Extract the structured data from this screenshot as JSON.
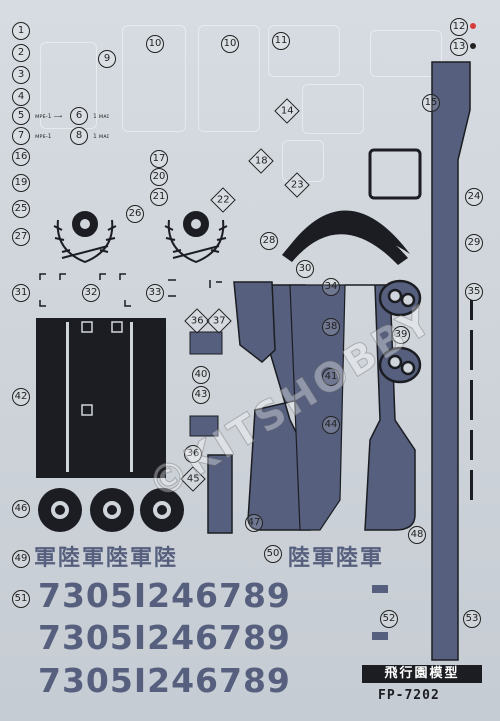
{
  "labels": [
    "1",
    "2",
    "3",
    "4",
    "5",
    "6",
    "7",
    "8",
    "9",
    "10",
    "10",
    "11",
    "12",
    "13",
    "14",
    "15",
    "16",
    "17",
    "18",
    "19",
    "20",
    "21",
    "22",
    "23",
    "24",
    "25",
    "26",
    "27",
    "28",
    "29",
    "30",
    "31",
    "32",
    "33",
    "34",
    "35",
    "36",
    "37",
    "38",
    "39",
    "40",
    "41",
    "42",
    "43",
    "44",
    "45",
    "36",
    "46",
    "47",
    "48",
    "49",
    "50",
    "51",
    "52",
    "53"
  ],
  "hanzi_left": "軍陸軍陸軍陸",
  "hanzi_right": "陸軍陸軍",
  "serial_rows": [
    "7305I246789",
    "7305I246789",
    "7305I246789"
  ],
  "brand": "飛行園模型",
  "code": "FP-7202",
  "watermark": "©KITSHOBBY",
  "small_print": {
    "s5": "ᴍᴘᴇ-1 ⟶",
    "s6": "1 ᴍᴀɪ",
    "s7": "ᴍᴘᴇ-1",
    "s8": "1 ᴍᴀɪ"
  }
}
